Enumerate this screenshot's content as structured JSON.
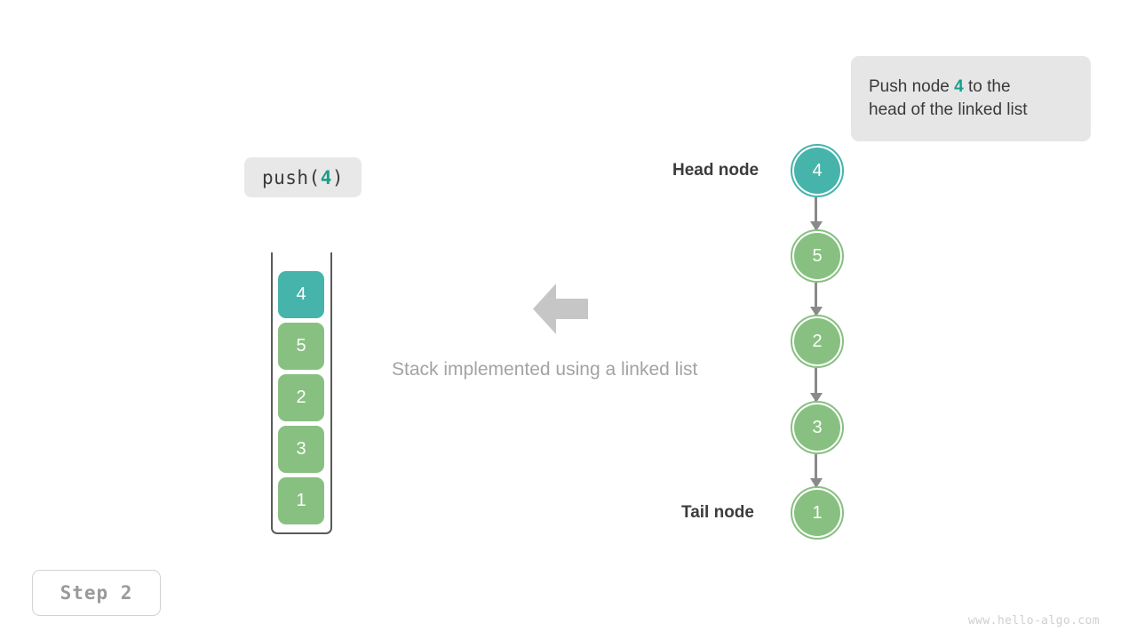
{
  "callout": {
    "line1_prefix": "Push node ",
    "line1_accent": "4",
    "line1_suffix": " to the",
    "line2": "head of the linked list"
  },
  "operation": {
    "prefix": "push(",
    "accent": "4",
    "suffix": ")"
  },
  "stack": {
    "cells": [
      {
        "value": "4",
        "color": "teal",
        "hex": "#46b4ab"
      },
      {
        "value": "5",
        "color": "green",
        "hex": "#88c081"
      },
      {
        "value": "2",
        "color": "green",
        "hex": "#88c081"
      },
      {
        "value": "3",
        "color": "green",
        "hex": "#88c081"
      },
      {
        "value": "1",
        "color": "green",
        "hex": "#88c081"
      }
    ]
  },
  "middle": {
    "arrow_direction": "left",
    "arrow_color": "#c6c6c6",
    "caption": "Stack implemented using a linked list"
  },
  "linked_list": {
    "nodes": [
      {
        "value": "4",
        "color": "teal",
        "hex": "#46b4ab",
        "label": "Head node"
      },
      {
        "value": "5",
        "color": "green",
        "hex": "#88c081",
        "label": ""
      },
      {
        "value": "2",
        "color": "green",
        "hex": "#88c081",
        "label": ""
      },
      {
        "value": "3",
        "color": "green",
        "hex": "#88c081",
        "label": ""
      },
      {
        "value": "1",
        "color": "green",
        "hex": "#88c081",
        "label": "Tail node"
      }
    ],
    "head_label": "Head node",
    "tail_label": "Tail node",
    "link_color": "#8a8a8a"
  },
  "step": {
    "label": "Step 2"
  },
  "watermark": {
    "text": "www.hello-algo.com"
  },
  "theme": {
    "accent_teal": "#46b4ab",
    "accent_green": "#88c081",
    "accent_text_teal": "#17a08b",
    "muted_gray": "#a3a3a3",
    "badge_bg": "#e8e8e8",
    "callout_bg": "#e6e6e6"
  }
}
